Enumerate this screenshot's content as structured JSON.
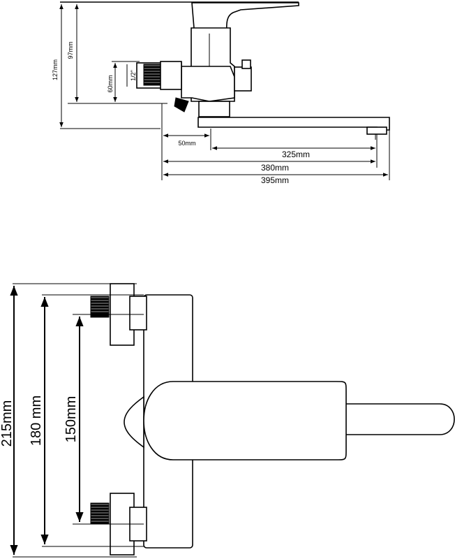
{
  "side_view": {
    "dim_127": "127mm",
    "dim_97": "97mm",
    "dim_60": "60mm",
    "thread": "1/2\"",
    "dim_50": "50mm",
    "dim_325": "325mm",
    "dim_380": "380mm",
    "dim_395": "395mm"
  },
  "top_view": {
    "dim_215": "215mm",
    "dim_180": "180 mm",
    "dim_150": "150mm"
  }
}
